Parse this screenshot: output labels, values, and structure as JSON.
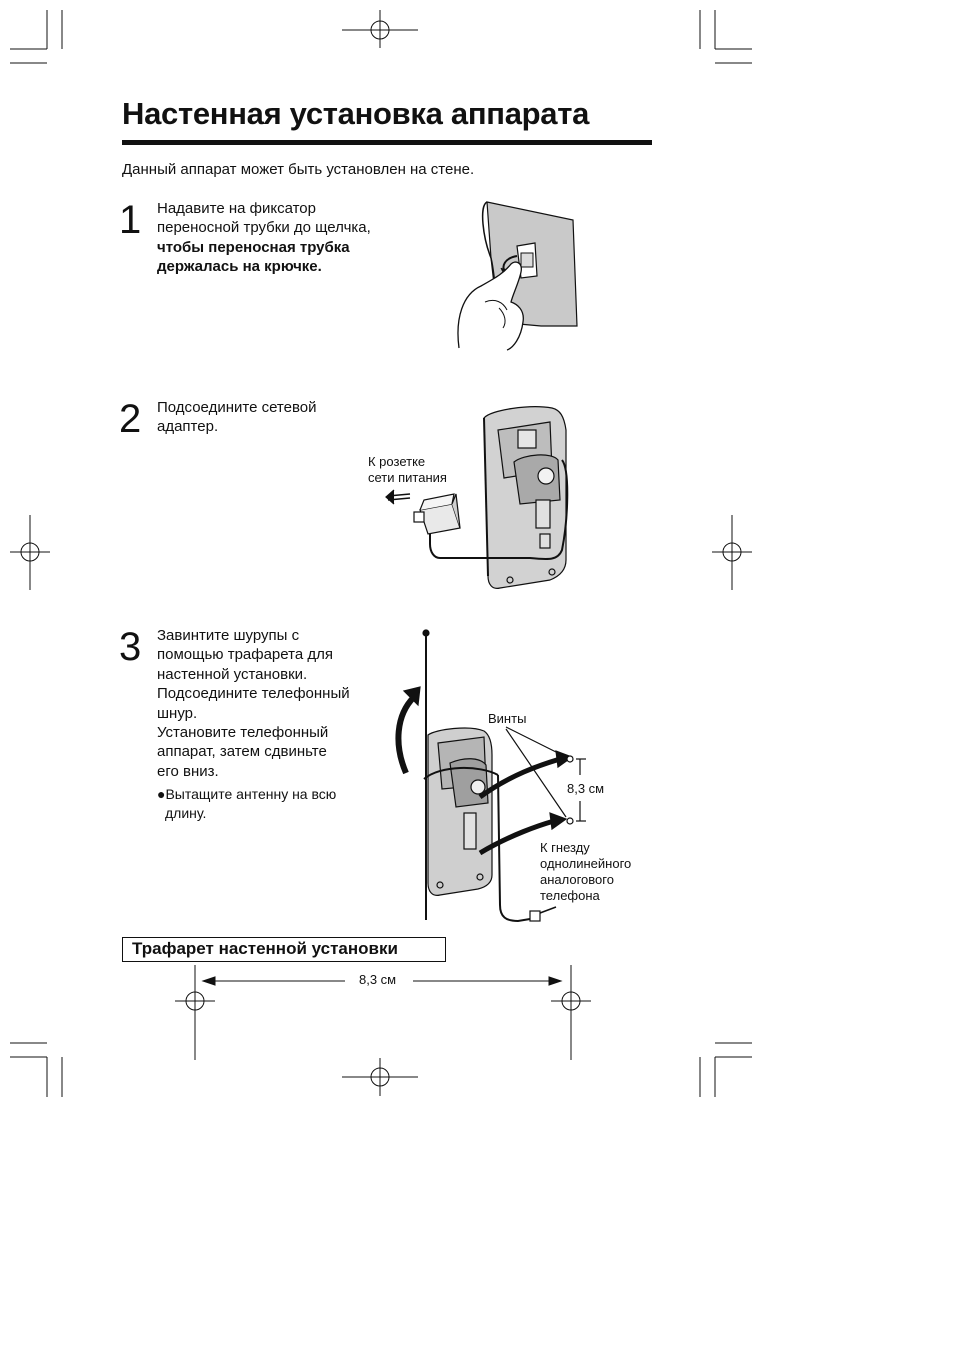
{
  "page": {
    "title": "Настенная установка аппарата",
    "intro": "Данный аппарат может быть установлен на стене."
  },
  "steps": [
    {
      "number": "1",
      "lines": [
        "Надавите на фиксатор",
        "переносной трубки до щелчка,"
      ],
      "bold_lines": [
        "чтобы переносная трубка",
        "держалась на крючке."
      ]
    },
    {
      "number": "2",
      "lines": [
        "Подсоедините сетевой",
        "адаптер."
      ],
      "labels": {
        "outlet_line1": "К розетке",
        "outlet_line2": "сети питания"
      }
    },
    {
      "number": "3",
      "lines": [
        "Завинтите шурупы с",
        "помощью трафарета для",
        "настенной установки.",
        "Подсоедините телефонный",
        "шнур.",
        "Установите телефонный",
        "аппарат, затем сдвиньте",
        "его вниз."
      ],
      "note_line1": "●Вытащите антенну на всю",
      "note_line2": "длину.",
      "labels": {
        "screws": "Винты",
        "distance": "8,3 см",
        "jack_line1": "К гнезду",
        "jack_line2": "однолинейного",
        "jack_line3": "аналогового",
        "jack_line4": "телефона"
      }
    }
  ],
  "template": {
    "title": "Трафарет настенной установки",
    "distance": "8,3 см"
  }
}
